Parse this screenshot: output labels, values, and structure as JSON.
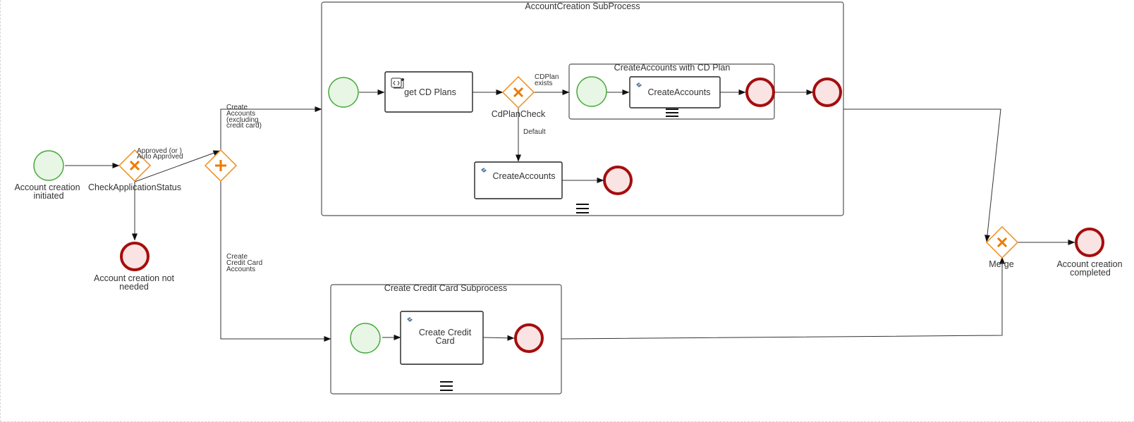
{
  "diagram": {
    "subprocesses": {
      "account_creation": {
        "title": "AccountCreation SubProcess"
      },
      "cd_plan": {
        "title": "CreateAccounts with CD Plan"
      },
      "credit_card": {
        "title": "Create Credit Card Subprocess"
      }
    },
    "tasks": {
      "get_cd_plans": "get CD Plans",
      "create_accounts_inner": "CreateAccounts",
      "create_accounts_default": "CreateAccounts",
      "create_credit_card_line1": "Create Credit",
      "create_credit_card_line2": "Card"
    },
    "events": {
      "start_line1": "Account creation",
      "start_line2": "initiated",
      "not_needed_line1": "Account creation not",
      "not_needed_line2": "needed",
      "completed_line1": "Account creation",
      "completed_line2": "completed"
    },
    "gateways": {
      "check_status": "CheckApplicationStatus",
      "cd_plan_check": "CdPlanCheck",
      "merge": "Merge"
    },
    "flows": {
      "approved_line1": "Approved (or )",
      "approved_line2": "Auto Approved",
      "create_accounts_line1": "Create",
      "create_accounts_line2": "Accounts",
      "create_accounts_line3": "(excluding",
      "create_accounts_line4": "credit card)",
      "create_cc_line1": "Create",
      "create_cc_line2": "Credit Card",
      "create_cc_line3": "Accounts",
      "cdplan_exists_line1": "CDPlan",
      "cdplan_exists_line2": "exists",
      "default": "Default"
    },
    "colors": {
      "start_fill": "#e8f6e5",
      "start_stroke": "#45a93a",
      "end_fill": "#f9e3e3",
      "end_stroke": "#a50d0d",
      "gateway_stroke": "#ef8c1b",
      "gateway_mark": "#ec7a00"
    }
  }
}
